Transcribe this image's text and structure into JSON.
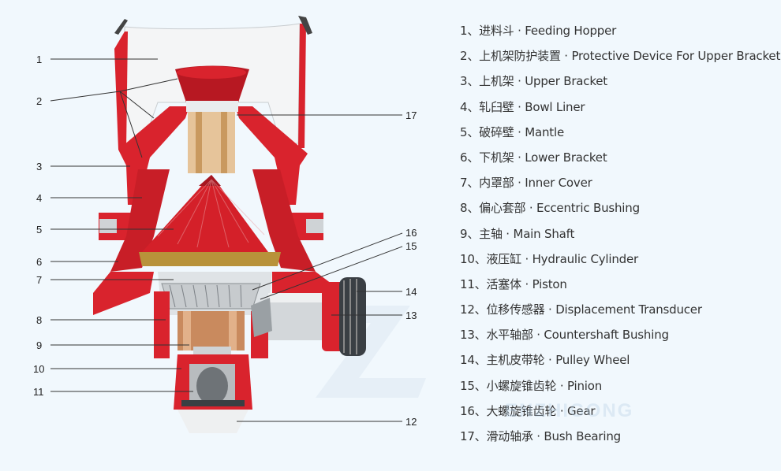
{
  "watermark_text": "ENZHIGONG",
  "callout_numbers": [
    "1",
    "2",
    "3",
    "4",
    "5",
    "6",
    "7",
    "8",
    "9",
    "10",
    "11",
    "12",
    "13",
    "14",
    "15",
    "16",
    "17"
  ],
  "legend": [
    "1、进料斗 · Feeding Hopper",
    "2、上机架防护装置 · Protective Device For Upper Bracket",
    "3、上机架 · Upper Bracket",
    "4、轧臼壁 · Bowl Liner",
    "5、破碎壁 · Mantle",
    "6、下机架 · Lower Bracket",
    "7、内罩部 · Inner Cover",
    "8、偏心套部 ·  Eccentric Bushing",
    "9、主轴 · Main Shaft",
    "10、液压缸 · Hydraulic Cylinder",
    "11、活塞体 · Piston",
    "12、位移传感器 · Displacement Transducer",
    "13、水平轴部 · Countershaft Bushing",
    "14、主机皮带轮 · Pulley Wheel",
    "15、小螺旋锥齿轮 · Pinion",
    "16、大螺旋锥齿轮 · Gear",
    "17、滑动轴承 · Bush Bearing"
  ],
  "colors": {
    "red": "#d9232d",
    "gold": "#b8923a",
    "grey": "#cfd3d6",
    "background": "#f1f8fd"
  }
}
